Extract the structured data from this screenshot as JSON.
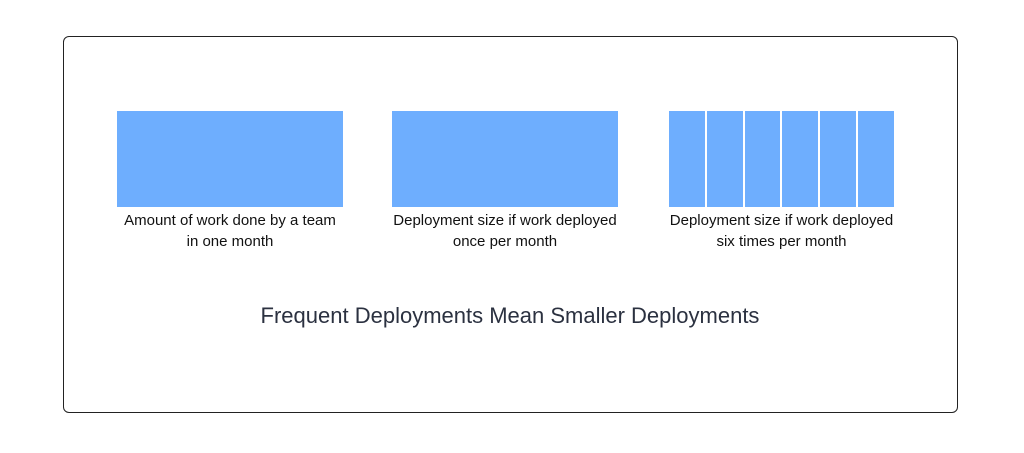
{
  "diagram": {
    "title": "Frequent Deployments Mean Smaller Deployments",
    "block_color": "#6eaefe",
    "panels": [
      {
        "caption": "Amount of work done by a team in one month",
        "segments": 1
      },
      {
        "caption": "Deployment size if work deployed once per month",
        "segments": 1
      },
      {
        "caption": "Deployment size if work deployed six times per month",
        "segments": 6
      }
    ]
  }
}
